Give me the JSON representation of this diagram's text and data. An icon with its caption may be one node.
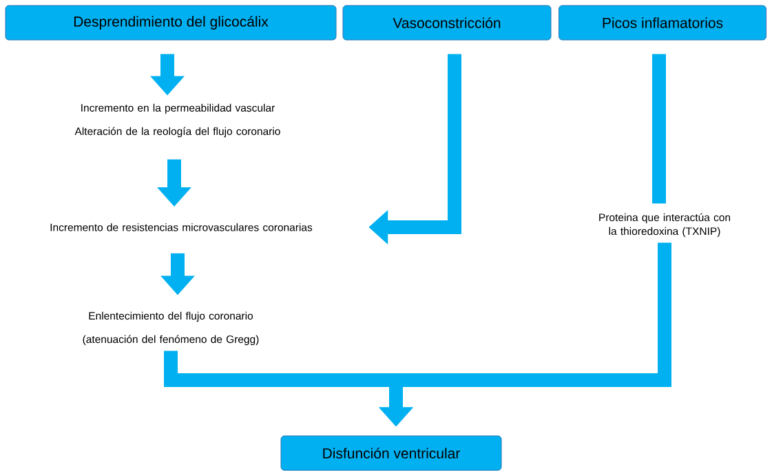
{
  "diagram": {
    "nodes": [
      {
        "text": [
          "Desprendimiento del glicocálix"
        ]
      },
      {
        "text": [
          "Vasoconstricción"
        ]
      },
      {
        "text": [
          "Picos inflamatorios"
        ]
      },
      {
        "text": [
          "Incremento en la permeabilidad vascular",
          "Alteración de la reología del flujo coronario"
        ]
      },
      {
        "text": [
          "Incremento de resistencias microvasculares coronarias"
        ]
      },
      {
        "text": [
          "Enlentecimiento del flujo coronario",
          "(atenuación del fenómeno de Gregg)"
        ]
      },
      {
        "text": [
          "Proteina que interactúa con la thioredoxina (TXNIP)"
        ]
      },
      {
        "text": [
          "Disfunción ventricular"
        ]
      }
    ],
    "edges": [
      {
        "from": 0,
        "to": 3,
        "arrow": "to"
      },
      {
        "from": 3,
        "to": 4,
        "arrow": "to"
      },
      {
        "from": 4,
        "to": 5,
        "arrow": "to"
      },
      {
        "from": 1,
        "to": 4,
        "arrow": "to"
      },
      {
        "from": 2,
        "to": 6,
        "arrow": "none"
      },
      {
        "from": 5,
        "to": 7,
        "arrow": "to"
      },
      {
        "from": 6,
        "to": 7,
        "arrow": "to"
      }
    ]
  }
}
